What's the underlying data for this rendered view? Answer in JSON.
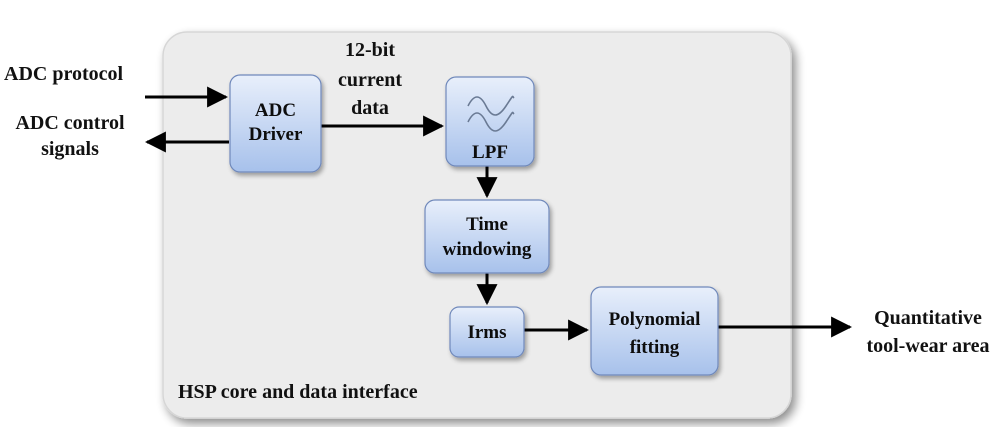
{
  "colors": {
    "core_fill": "#ececec",
    "core_stroke": "#d4d4d4",
    "block_top": "#e6eefb",
    "block_bottom": "#a9c3ec",
    "block_stroke": "#6f89bd",
    "arrow": "#000000",
    "text": "#111111"
  },
  "core": {
    "label": "HSP core and data interface"
  },
  "blocks": {
    "adc_driver": {
      "line1": "ADC",
      "line2": "Driver"
    },
    "lpf": {
      "label": "LPF",
      "icon": "sine-waves-icon"
    },
    "time_windowing": {
      "line1": "Time",
      "line2": "windowing"
    },
    "irms": {
      "label": "Irms"
    },
    "polynomial_fitting": {
      "line1": "Polynomial",
      "line2": "fitting"
    }
  },
  "external": {
    "adc_protocol": "ADC protocol",
    "adc_control_line1": "ADC control",
    "adc_control_line2": "signals",
    "bus_line1": "12-bit",
    "bus_line2": "current",
    "bus_line3": "data",
    "output_line1": "Quantitative",
    "output_line2": "tool-wear area"
  }
}
